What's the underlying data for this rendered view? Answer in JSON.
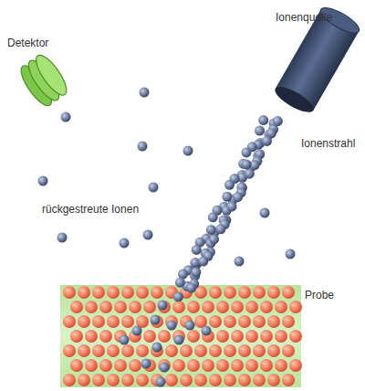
{
  "diagram": {
    "nodes": [
      {
        "text": [
          "Detektor"
        ]
      },
      {
        "text": [
          "Ionenquelle"
        ]
      },
      {
        "text": [
          "Probe"
        ]
      }
    ],
    "labels": [
      "Ionenstrahl",
      "rückgestreute Ionen"
    ]
  }
}
